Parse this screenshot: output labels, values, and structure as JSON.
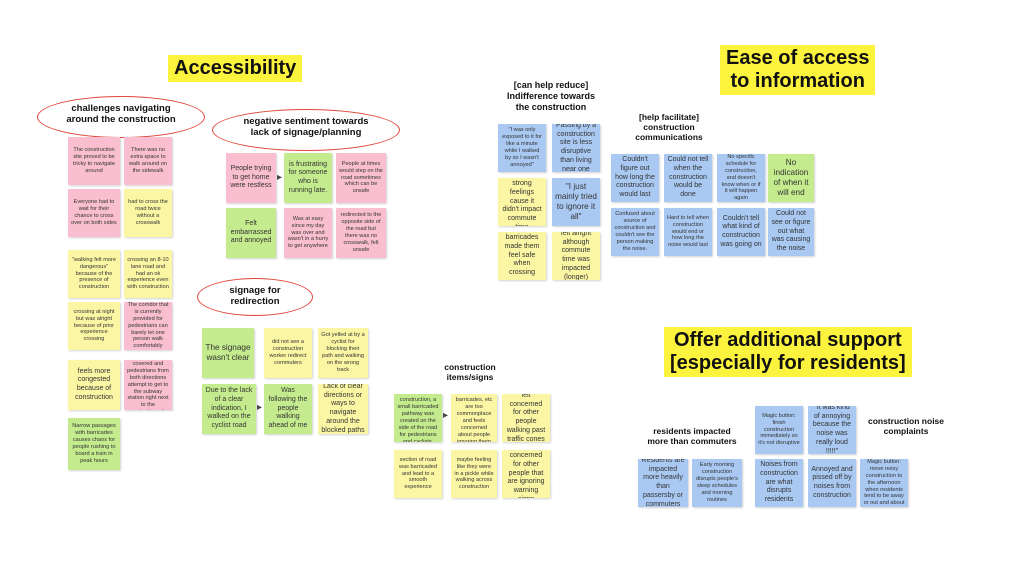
{
  "titles": {
    "accessibility": "Accessibility",
    "ease_of_access": "Ease of access\nto information",
    "additional_support": "Offer additional support\n[especially for residents]"
  },
  "labels": {
    "challenges": "challenges navigating\naround the construction",
    "negative_sentiment": "negative sentiment towards\nlack of signage/planning",
    "signage": "signage for\nredirection",
    "construction_items": "construction\nitems/signs",
    "indifference": "[can help reduce]\nIndifference towards\nthe construction",
    "communications": "[help facilitate]\nconstruction\ncommunications",
    "residents_impacted": "residents impacted\nmore than commuters",
    "noise_complaints": "construction noise\ncomplaints"
  },
  "notes": {
    "challenges": [
      "The construction site proved to be tricky to navigate around",
      "There was no extra space to walk around on the sidewalk",
      "Everyone had to wait for their chance to cross over on both sides",
      "had to cross the road twice without a crosswalk",
      "\"walking felt more dangerous\" because of the presence of construction",
      "crossing an 8-10 lane road and had an ok experience even with construction",
      "crossing at night but was alright because of prior experience crossing",
      "The corridor that is currently provided for pedestrians can barely let one person walk comfortably",
      "feels more congested because of construction",
      "The sidewalk is covered and pedestrians from both directions attempt to get to the subway station right next to the construction site.",
      "Narrow passages with barricades causes chaos for people rushing to board a train in peak hours"
    ],
    "negative": [
      "People trying to get home were restless",
      "is frustrating for someone who is running late.",
      "People at times would step on the road sometimes which can be unsafe",
      "Felt embarrassed and annoyed",
      "Was at easy since my day was over and wasn't in a hurry to get anywhere",
      "redirected to the opposite side of the road but there was no crosswalk, felt unsafe"
    ],
    "signage": [
      "The signage wasn't clear",
      "did not see a construction worker redirect commuters",
      "Got yelled at by a cyclist for blocking their path and walking on the wrong track",
      "Due to the lack of a clear indication, I walked on the cyclist road",
      "Was following the people walking ahead of me",
      "Lack of clear directions or ways to navigate around the blocked paths"
    ],
    "items": [
      "Due to the construction, a small barricaded pathway was created on the side of the road for pedestrians and cyclists.",
      "felt that barricades, etc are too commonplace and feels concerned about people ignoring them",
      "felt concerned for other people walking past traffic cones",
      "section of road was barricaded and lead to a smooth experience",
      "maybe feeling like they were in a pickle while walking across construction",
      "felt concerned for other people that are ignoring warning signs"
    ],
    "indifference": [
      "\"I was only exposed to it for like a minute while I walked by so I wasn't annoyed\"",
      "Passing by a construction site is less disruptive than living near one",
      "have no strong feelings cause it didn't impact commute time",
      "\"I just mainly tried to ignore it all\"",
      "barricades made them feel safe when crossing",
      "felt alright although commute time was impacted (longer)"
    ],
    "communications": [
      "Couldn't figure out how long the construction would last",
      "Could not tell when the construction would be done",
      "No specific schedule for construction, and doesn't know when or if it will happen again",
      "No indication of when it will end",
      "Confused about source of construction and couldn't see the person making the noise.",
      "Hard to tell when construction would end or how long the noise would last",
      "Couldn't tell what kind of construction was going on",
      "Could not see or figure out what was causing the noise"
    ],
    "residents": [
      "Residents are impacted more heavily than passersby or commuters",
      "Early morning construction disrupts people's sleep schedules and morning routines"
    ],
    "noise": [
      "Magic button: finish construction immediately so it's not disruptive",
      "\"It was kind of annoying because the noise was really loud !!!!!\"",
      "Noises from construction are what disrupts residents",
      "Annoyed and pissed off by noises from construction",
      "Magic button: move noisy construction to the afternoon when residents tend to be away or out and about"
    ]
  },
  "arrows": [
    "arrow-right"
  ],
  "colors": {
    "title_highlight": "#fcf33f",
    "oval_stroke": "#e0473a",
    "pink": "#f9bfd0",
    "yellow": "#fbf6a4",
    "green": "#c4ec8e",
    "blue": "#a9c9f2"
  }
}
